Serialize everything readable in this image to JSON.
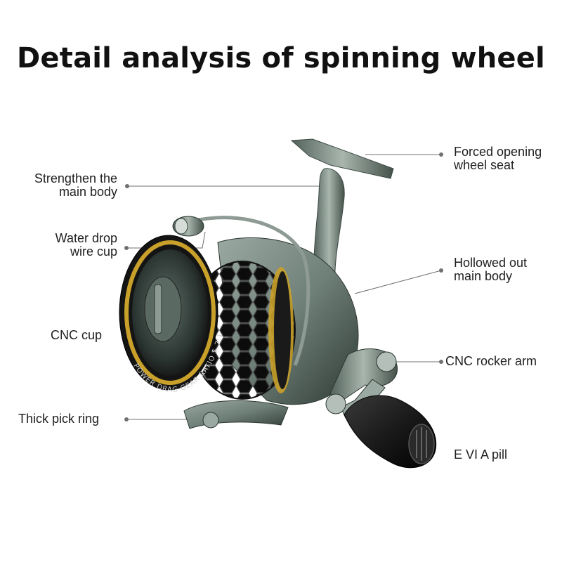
{
  "title": "Detail analysis of spinning wheel",
  "callouts": {
    "forced_opening": [
      "Forced opening",
      "wheel seat"
    ],
    "strengthen": [
      "Strengthen the",
      "main body"
    ],
    "water_drop": [
      "Water drop",
      "wire cup"
    ],
    "hollowed": [
      "Hollowed out",
      "main body"
    ],
    "cnc_cup": [
      "CNC cup"
    ],
    "cnc_rocker": [
      "CNC rocker arm"
    ],
    "thick_pick": [
      "Thick pick ring"
    ],
    "eva_pill": [
      "E VI A pill"
    ]
  },
  "spool_text": "POWER DRAG  GEAR RATIO 5.2:1",
  "colors": {
    "body": "#6f8078",
    "body_dark": "#34403b",
    "spool_black": "#141414",
    "gold": "#c9a12a",
    "knob": "#1b1b1b",
    "leader": "#707070"
  }
}
